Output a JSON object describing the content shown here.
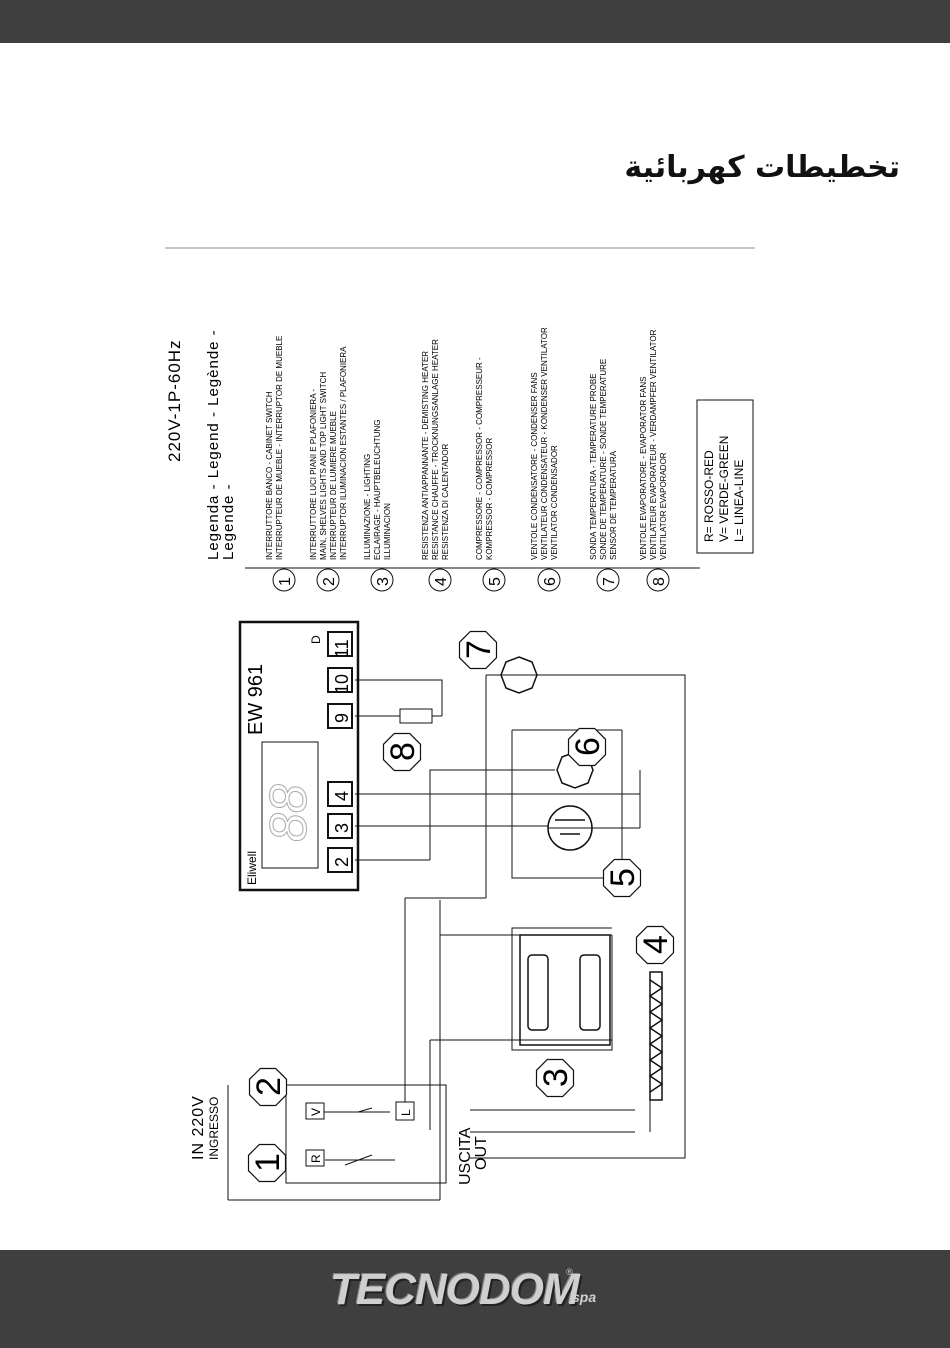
{
  "page": {
    "section_title": "تخطيطات كهربائية"
  },
  "legend": {
    "supply": "220V-1P-60Hz",
    "heading_line1": "Legenda - Legend - Legènde -",
    "heading_line2": "Legende -",
    "items": [
      {
        "num": "1",
        "lines": [
          "INTERRUTTORE BANCO -            CABINET SWITCH",
          "INTERRUPTEUR DE MUEBLE    - INTERRUPTOR DE MUEBLE"
        ]
      },
      {
        "num": "2",
        "lines": [
          "INTERRUTTORE LUCI PIANI E PLAFONIERA -",
          "MAIN, SHELVES LIGHTS AND TOP LIGHT SWITCH",
          "INTERRUPTEUR DE LUMIERE MUEBLE",
          "INTERRUPTOR ILUMINACION ESTANTES / PLAFONIERA"
        ]
      },
      {
        "num": "3",
        "lines": [
          "ILLUMINAZIONE      - LIGHTING",
          "ECLAIRAGE - HAUPTBELEUCHTUNG",
          "ILLUMINACION"
        ]
      },
      {
        "num": "4",
        "lines": [
          "RESISTENZA ANTIAPPANNANTE   -   DEMISTING HEATER",
          "RESISTANCE CHAUFFE - TROCKNUNGSANLAGE HEATER",
          "RESISTENZA DI CALENTADOR"
        ]
      },
      {
        "num": "5",
        "lines": [
          "COMPRESSORE - COMPRESSOR - COMPRESSEUR -",
          "KOMPRESSOR - COMPRESSOR"
        ]
      },
      {
        "num": "6",
        "lines": [
          "VENTOLE CONDENSATORE - CONDENSER FANS",
          "VENTILATEUR CONDENSATEUR - KONDENSER VENTILATOR",
          "VENTILATOR CONDENSADOR"
        ]
      },
      {
        "num": "7",
        "lines": [
          "SONDA TEMPERATURA - TEMPERATURE PROBE",
          "SONDE DE TEMPERATURE - SONDE TEMPERATURE",
          "SENSOR DE TEMPERATURA"
        ]
      },
      {
        "num": "8",
        "lines": [
          "VENTOLE EVAPORATORE - EVAPORATOR FANS",
          "VENTILATEUR EVAPORATEUR - VERDAMPFER VENTILATOR",
          "VENTILATOR EVAPORADOR"
        ]
      }
    ],
    "colors": [
      "R= ROSSO-RED",
      "V= VERDE-GREEN",
      "L= LINEA-LINE"
    ]
  },
  "diagram": {
    "controller_brand": "Eliwell",
    "controller_model": "EW 961",
    "display": "88",
    "terminals": [
      "2",
      "3",
      "4",
      "9",
      "10",
      "11"
    ],
    "terminal_d": "D",
    "input_line1": "IN  220V",
    "input_line2": "INGRESSO",
    "output_line1": "USCITA",
    "output_line2": "OUT",
    "switch_r": "R",
    "switch_v": "V",
    "switch_l": "L",
    "callouts": [
      "1",
      "2",
      "3",
      "4",
      "5",
      "6",
      "7",
      "8"
    ]
  },
  "footer": {
    "brand": "TECNODOM",
    "suffix": "spa",
    "registered": "®"
  }
}
